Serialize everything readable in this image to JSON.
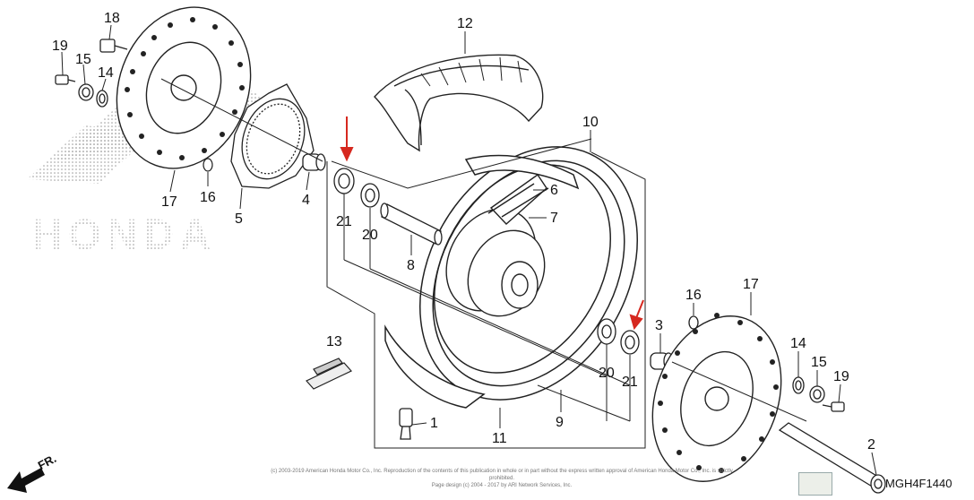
{
  "brand_watermark": "HONDA",
  "direction_label": "FR.",
  "diagram_code": "MGH4F1440",
  "copyright_line1": "(c) 2003-2019 American Honda Motor Co., Inc. Reproduction of the contents of this publication in whole or in part without the express written approval of American Honda Motor Co., Inc. is strictly prohibited.",
  "copyright_line2": "Page design (c) 2004 - 2017 by ARI Network Services, Inc.",
  "colors": {
    "arrow": "#d6281f",
    "line": "#222222",
    "swatch": "#ecefe9"
  },
  "callouts": [
    {
      "id": "c18a",
      "label": "18"
    },
    {
      "id": "c19a",
      "label": "19"
    },
    {
      "id": "c15a",
      "label": "15"
    },
    {
      "id": "c14a",
      "label": "14"
    },
    {
      "id": "c17a",
      "label": "17"
    },
    {
      "id": "c16a",
      "label": "16"
    },
    {
      "id": "c5",
      "label": "5"
    },
    {
      "id": "c4",
      "label": "4"
    },
    {
      "id": "c12",
      "label": "12"
    },
    {
      "id": "c10",
      "label": "10"
    },
    {
      "id": "c6",
      "label": "6"
    },
    {
      "id": "c7",
      "label": "7"
    },
    {
      "id": "c21a",
      "label": "21"
    },
    {
      "id": "c20a",
      "label": "20"
    },
    {
      "id": "c8",
      "label": "8"
    },
    {
      "id": "c13",
      "label": "13"
    },
    {
      "id": "c1",
      "label": "1"
    },
    {
      "id": "c11",
      "label": "11"
    },
    {
      "id": "c9",
      "label": "9"
    },
    {
      "id": "c20b",
      "label": "20"
    },
    {
      "id": "c21b",
      "label": "21"
    },
    {
      "id": "c3",
      "label": "3"
    },
    {
      "id": "c16b",
      "label": "16"
    },
    {
      "id": "c17b",
      "label": "17"
    },
    {
      "id": "c14b",
      "label": "14"
    },
    {
      "id": "c15b",
      "label": "15"
    },
    {
      "id": "c19b",
      "label": "19"
    },
    {
      "id": "c2",
      "label": "2"
    }
  ]
}
